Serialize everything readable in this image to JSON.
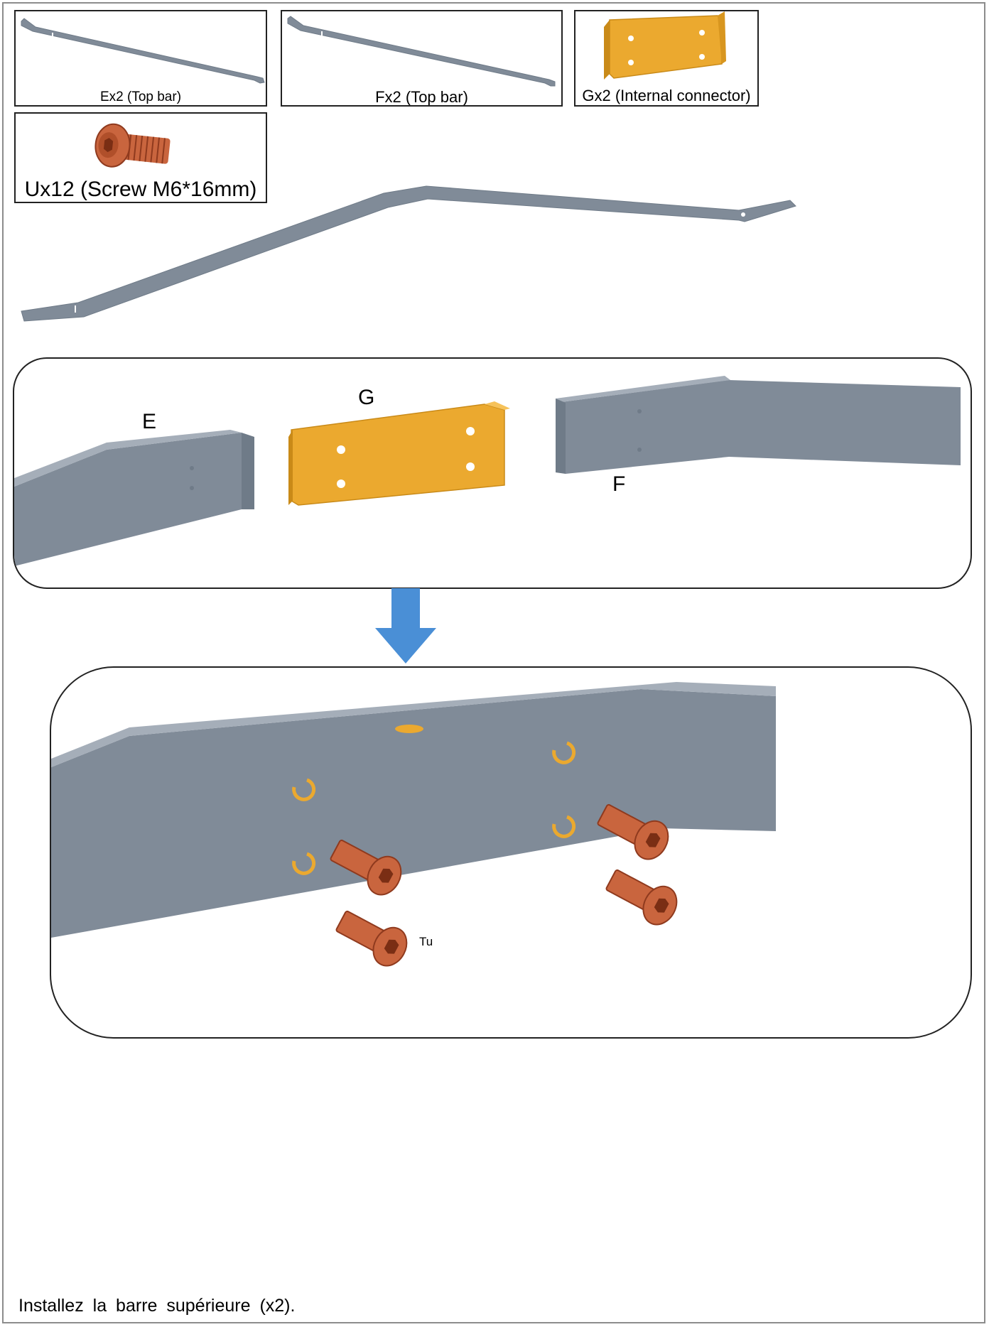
{
  "colors": {
    "bar": "#808b98",
    "bar_dark": "#6f7b88",
    "bar_light": "#a5aeb9",
    "connector": "#eba92f",
    "connector_dark": "#c98a18",
    "screw": "#c9653e",
    "screw_dark": "#8f3a1e",
    "arrow": "#4a8fd6",
    "border": "#222222"
  },
  "parts": [
    {
      "id": "E",
      "label": "Ex2 (Top bar)"
    },
    {
      "id": "F",
      "label": "Fx2 (Top bar)"
    },
    {
      "id": "G",
      "label": "Gx2 (Internal connector)"
    },
    {
      "id": "U",
      "label": "Ux12 (Screw M6*16mm)"
    }
  ],
  "step_panel": {
    "callouts": {
      "e": "E",
      "g": "G",
      "f": "F"
    }
  },
  "result_panel": {
    "callout": "Tu"
  },
  "icons": {
    "arrow": "down-arrow-icon"
  },
  "caption": "Installez la barre supérieure (x2)."
}
